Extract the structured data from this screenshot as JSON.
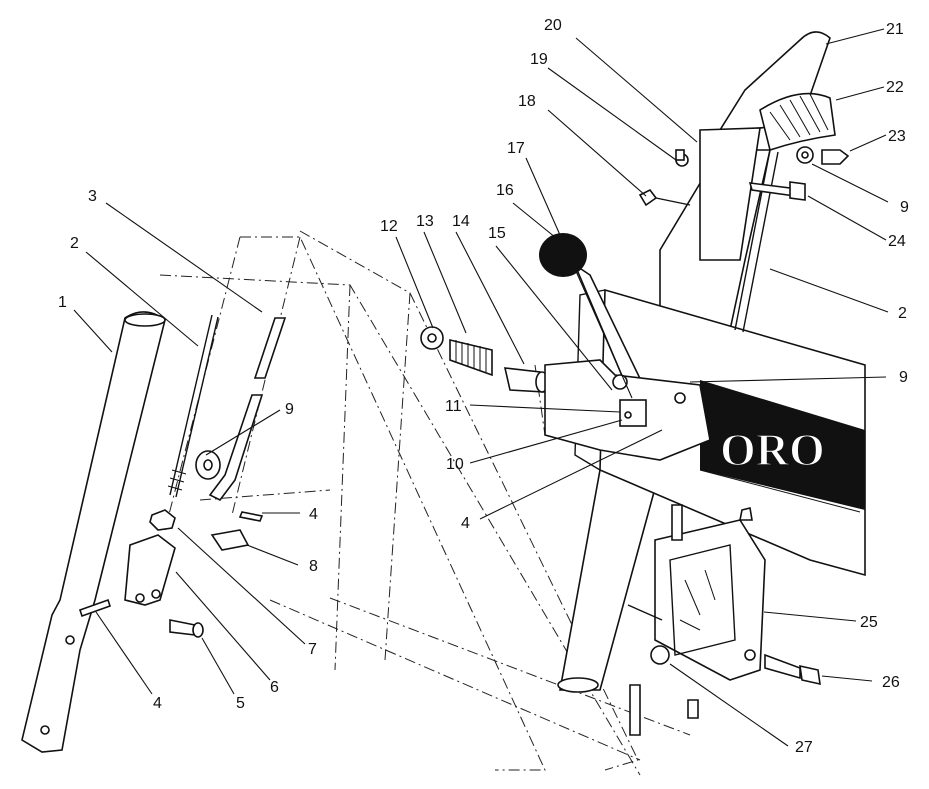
{
  "colors": {
    "line": "#111111",
    "background": "#ffffff",
    "knob": "#111111"
  },
  "brand_mark": "ORO",
  "callouts": {
    "c1": "1",
    "c2a": "2",
    "c2b": "2",
    "c3": "3",
    "c4a": "4",
    "c4b": "4",
    "c4c": "4",
    "c5": "5",
    "c6": "6",
    "c7": "7",
    "c8": "8",
    "c9a": "9",
    "c9b": "9",
    "c9c": "9",
    "c10": "10",
    "c11": "11",
    "c12": "12",
    "c13": "13",
    "c14": "14",
    "c15": "15",
    "c16": "16",
    "c17": "17",
    "c18": "18",
    "c19": "19",
    "c20": "20",
    "c21": "21",
    "c22": "22",
    "c23": "23",
    "c24": "24",
    "c25": "25",
    "c26": "26",
    "c27": "27"
  }
}
